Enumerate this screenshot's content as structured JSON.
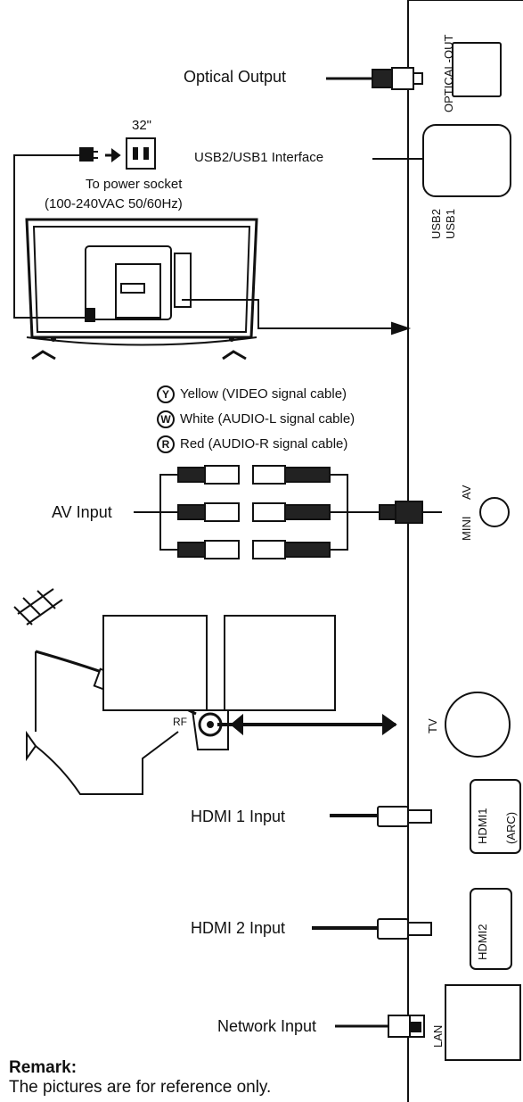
{
  "labels": {
    "optical_output": "Optical Output",
    "optical_port": "OPTICAL-OUT",
    "usb_interface": "USB2/USB1 Interface",
    "usb2": "USB2",
    "usb1": "USB1",
    "size": "32\"",
    "power_1": "To power socket",
    "power_2": "(100-240VAC 50/60Hz)",
    "av_input": "AV Input",
    "mini": "MINI",
    "av": "AV",
    "rf": "RF",
    "tv_port": "TV",
    "hdmi1_input": "HDMI 1 Input",
    "hdmi1_port": "HDMI1",
    "arc": "(ARC)",
    "hdmi2_input": "HDMI 2 Input",
    "hdmi2_port": "HDMI2",
    "network_input": "Network Input",
    "lan": "LAN"
  },
  "legend": [
    {
      "letter": "Y",
      "text": "Yellow (VIDEO signal cable)"
    },
    {
      "letter": "W",
      "text": "White (AUDIO-L signal cable)"
    },
    {
      "letter": "R",
      "text": "Red (AUDIO-R signal cable)"
    }
  ],
  "remark": {
    "title": "Remark:",
    "text": "The pictures are for reference only."
  }
}
